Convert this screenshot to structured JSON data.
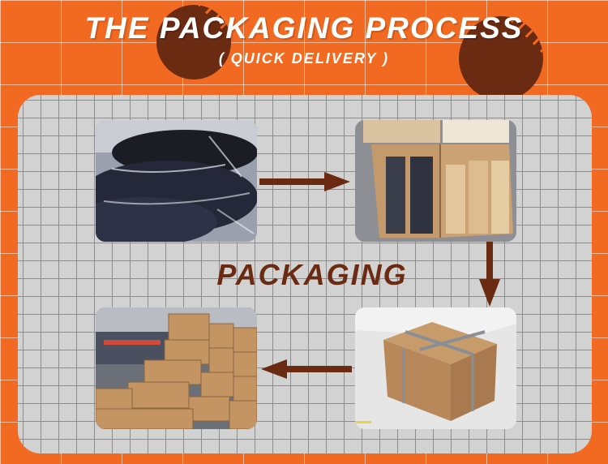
{
  "header": {
    "title": "THE PACKAGING PROCESS",
    "subtitle": "( QUICK DELIVERY )"
  },
  "center_label": "PACKAGING",
  "steps": [
    {
      "photo": "wrapped-products-photo"
    },
    {
      "photo": "open-cartons-photo"
    },
    {
      "photo": "taped-carton-photo"
    },
    {
      "photo": "stacked-cartons-warehouse-photo"
    }
  ],
  "colors": {
    "background": "#f26a22",
    "accent_dark": "#6b2a12",
    "panel": "#d2d2d2"
  }
}
